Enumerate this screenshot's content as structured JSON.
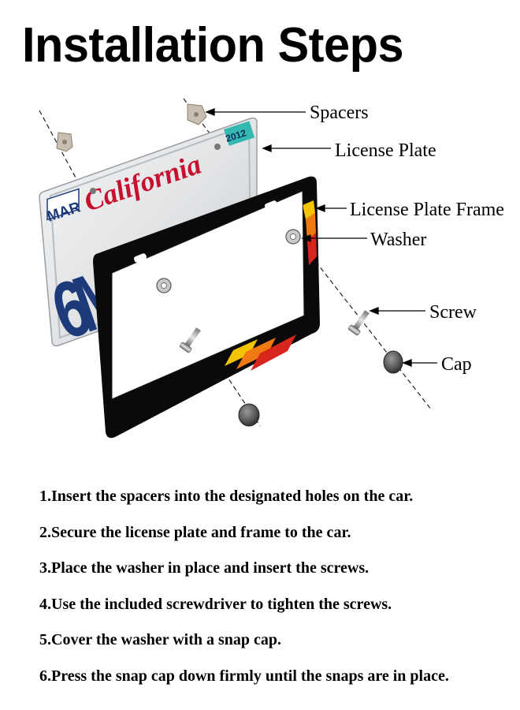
{
  "title": "Installation Steps",
  "callouts": {
    "spacers": "Spacers",
    "license_plate": "License Plate",
    "frame": "License Plate Frame",
    "washer": "Washer",
    "screw": "Screw",
    "cap": "Cap"
  },
  "plate": {
    "month": "MAR",
    "state": "California",
    "number": "6MBV006",
    "year": "2012"
  },
  "steps": [
    {
      "number": "1.",
      "text": "Insert the spacers into the designated holes on the car."
    },
    {
      "number": "2.",
      "text": "Secure the license plate and frame to the car."
    },
    {
      "number": "3.",
      "text": "Place the washer in place and insert the screws."
    },
    {
      "number": "4.",
      "text": "Use the included screwdriver to tighten the screws."
    },
    {
      "number": "5.",
      "text": "Cover the washer with a snap cap."
    },
    {
      "number": "6.",
      "text": "Press the snap cap down firmly until the snaps are in place."
    }
  ],
  "colors": {
    "stripe_yellow": "#f5c400",
    "stripe_orange": "#f07a10",
    "stripe_red": "#d9261c",
    "plate_blue": "#1d3a7a",
    "plate_red": "#c8102e",
    "frame_black": "#0a0a0a"
  }
}
